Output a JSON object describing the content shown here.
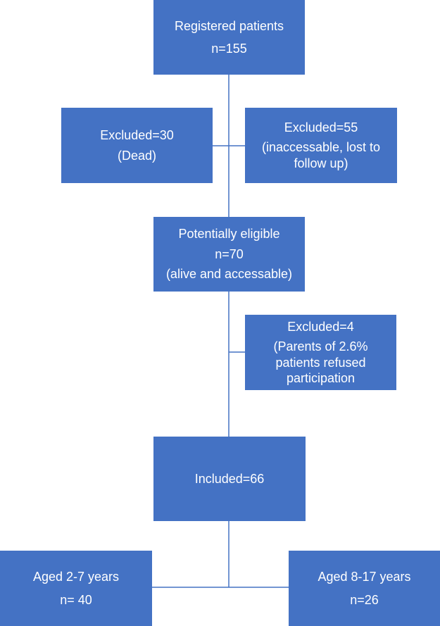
{
  "registered": {
    "title": "Registered patients",
    "count": "n=155"
  },
  "excluded_dead": {
    "title": "Excluded=30",
    "reason": "(Dead)"
  },
  "excluded_lost": {
    "title": "Excluded=55",
    "reason_line1": "(inaccessable, lost to",
    "reason_line2": "follow up)"
  },
  "eligible": {
    "title": "Potentially eligible",
    "count": "n=70",
    "note": "(alive and accessable)"
  },
  "excluded_refused": {
    "title": "Excluded=4",
    "reason_line1": "(Parents of 2.6%",
    "reason_line2": "patients refused",
    "reason_line3": "participation"
  },
  "included": {
    "title": "Included=66"
  },
  "aged_young": {
    "title": "Aged 2-7 years",
    "count": "n= 40"
  },
  "aged_old": {
    "title": "Aged 8-17 years",
    "count": "n=26"
  },
  "colors": {
    "box_fill": "#4472c4",
    "connector": "#4472c4",
    "text": "#ffffff"
  }
}
